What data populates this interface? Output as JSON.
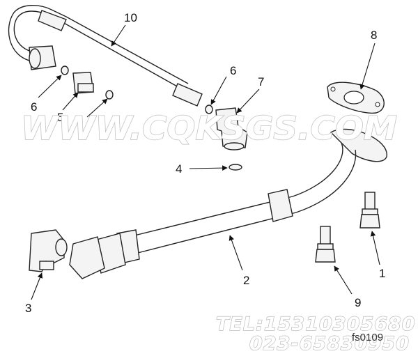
{
  "callouts": {
    "c1": "1",
    "c2": "2",
    "c3": "3",
    "c4": "4",
    "c5": "5",
    "c6a": "6",
    "c6b": "6",
    "c7": "7",
    "c8": "8",
    "c9": "9",
    "c10": "10"
  },
  "watermark": {
    "site": "WWW.CQKSGS.COM",
    "phone": "TEL:15310305680",
    "phone2": "023-65830950"
  },
  "figure_id": "fs0109"
}
